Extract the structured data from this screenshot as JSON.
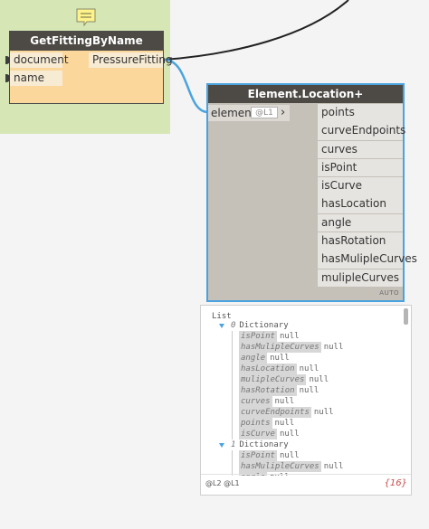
{
  "node_get_fitting": {
    "title": "GetFittingByName",
    "inputs": [
      "document",
      "name"
    ],
    "output": "PressureFitting"
  },
  "node_location": {
    "title": "Element.Location+",
    "input": "element",
    "lacing": "@L1",
    "outputs": [
      "points",
      "curveEndpoints",
      "curves",
      "isPoint",
      "isCurve",
      "hasLocation",
      "angle",
      "hasRotation",
      "hasMulipleCurves",
      "mulipleCurves"
    ],
    "lacing_mode": "AUTO"
  },
  "preview": {
    "root": "List",
    "items": [
      {
        "index": "0",
        "type": "Dictionary",
        "entries": [
          {
            "key": "isPoint",
            "value": "null"
          },
          {
            "key": "hasMulipleCurves",
            "value": "null"
          },
          {
            "key": "angle",
            "value": "null"
          },
          {
            "key": "hasLocation",
            "value": "null"
          },
          {
            "key": "mulipleCurves",
            "value": "null"
          },
          {
            "key": "hasRotation",
            "value": "null"
          },
          {
            "key": "curves",
            "value": "null"
          },
          {
            "key": "curveEndpoints",
            "value": "null"
          },
          {
            "key": "points",
            "value": "null"
          },
          {
            "key": "isCurve",
            "value": "null"
          }
        ]
      },
      {
        "index": "1",
        "type": "Dictionary",
        "entries": [
          {
            "key": "isPoint",
            "value": "null"
          },
          {
            "key": "hasMulipleCurves",
            "value": "null"
          },
          {
            "key": "angle",
            "value": "null"
          }
        ]
      }
    ],
    "levels": "@L2 @L1",
    "count": "{16}"
  },
  "colors": {
    "group_bg": "#d6e7b5",
    "node_header": "#4d4a45",
    "node_body_active": "#fcd79b",
    "selection": "#4aa3df",
    "count_text": "#c84a4a"
  },
  "icons": {
    "note": "note-icon",
    "lacing_arrow": "chevron-right-icon",
    "expand": "triangle-down-icon"
  }
}
